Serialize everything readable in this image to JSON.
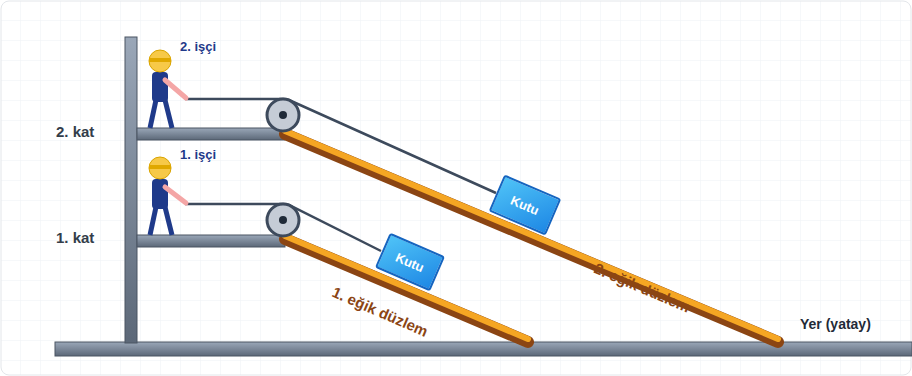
{
  "diagram": {
    "nodes": [
      {
        "text": [
          "Kutu"
        ]
      },
      {
        "text": [
          "Kutu"
        ]
      }
    ],
    "labels": [
      "2. işçi",
      "1. işçi",
      "2. kat",
      "1. kat",
      "1. eğik düzlem",
      "2. eğik düzlem",
      "Yer (yatay)"
    ]
  }
}
